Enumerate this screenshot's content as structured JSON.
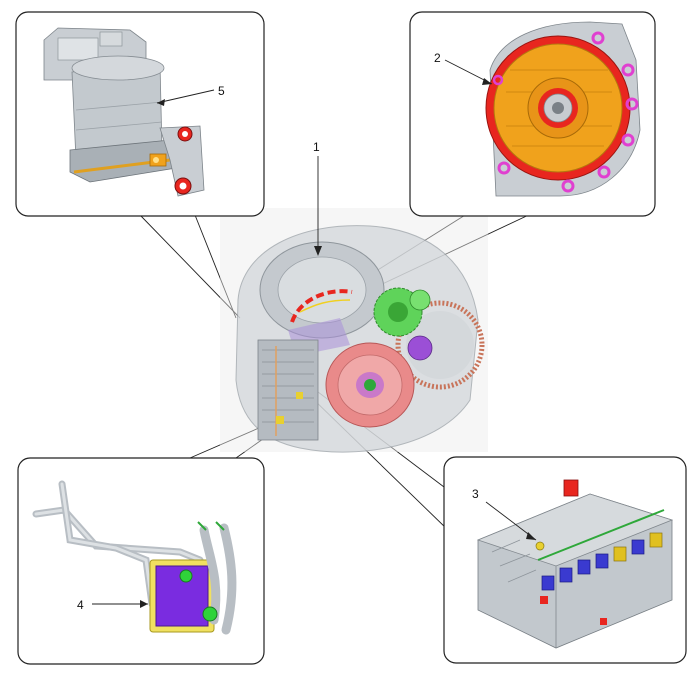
{
  "labels": {
    "1": "1",
    "2": "2",
    "3": "3",
    "4": "4",
    "5": "5"
  },
  "colors": {
    "background": "#ffffff",
    "panel_border": "#222222",
    "transmission_gray": "#cfd3d7",
    "gear_green": "#5fd35a",
    "gear_red": "#e98a8a",
    "seal_red": "#e8261f",
    "orange_casting": "#f0a21c",
    "bolt_magenta": "#e040d0",
    "cooler_purple": "#7a2ce0",
    "fitting_yellow": "#e0d040",
    "solenoid_blue": "#3a3ad0",
    "solenoid_yellow": "#e0c020"
  },
  "icons": [
    "transmission-assembly",
    "oil-pump-motor",
    "oil-seal-housing",
    "valve-body",
    "oil-cooler"
  ]
}
